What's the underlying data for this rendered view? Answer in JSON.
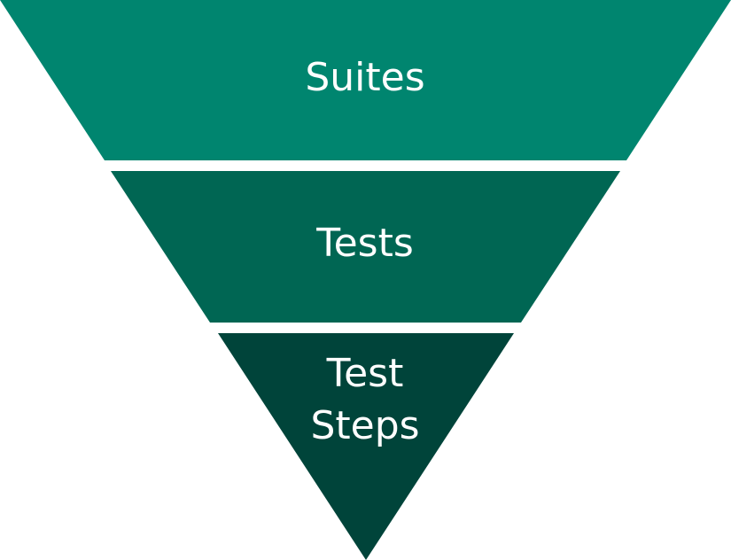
{
  "levels": [
    {
      "label": "Suites",
      "color": "#00856F"
    },
    {
      "label": "Tests",
      "color": "#006653"
    },
    {
      "label_line1": "Test",
      "label_line2": "Steps",
      "color": "#00443A"
    }
  ]
}
